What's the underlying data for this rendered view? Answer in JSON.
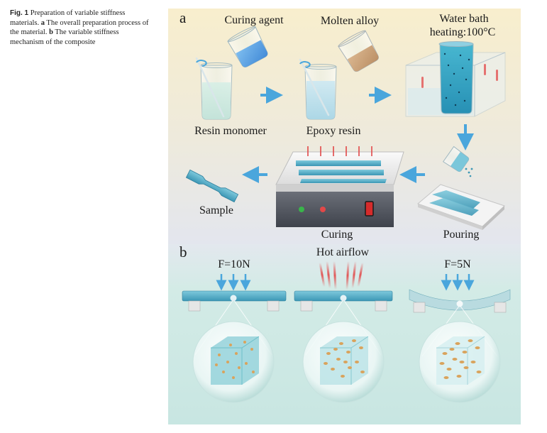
{
  "caption": {
    "fig_label": "Fig. 1",
    "title": "Preparation of variable stiffness materials.",
    "part_a_letter": "a",
    "part_a_text": "The overall preparation process of the material.",
    "part_b_letter": "b",
    "part_b_text": "The variable stiffness mechanism of the composite"
  },
  "panel_a": {
    "letter": "a",
    "curing_agent": "Curing agent",
    "molten_alloy": "Molten alloy",
    "water_bath_line1": "Water bath",
    "water_bath_line2": "heating:100°C",
    "resin_monomer": "Resin monomer",
    "epoxy_resin": "Epoxy resin",
    "sample": "Sample",
    "curing": "Curing",
    "pouring": "Pouring"
  },
  "panel_b": {
    "letter": "b",
    "force_left": "F=10N",
    "hot_airflow": "Hot airflow",
    "force_right": "F=5N"
  },
  "colors": {
    "panel_a_bg_top": "#f8eecd",
    "panel_a_bg_bottom": "#e4e6ef",
    "panel_b_bg": "#cfe9e5",
    "arrow": "#4aa6dc",
    "resin": "#5fb8c8",
    "heat": "#e24848",
    "particle": "#d9a35c"
  }
}
